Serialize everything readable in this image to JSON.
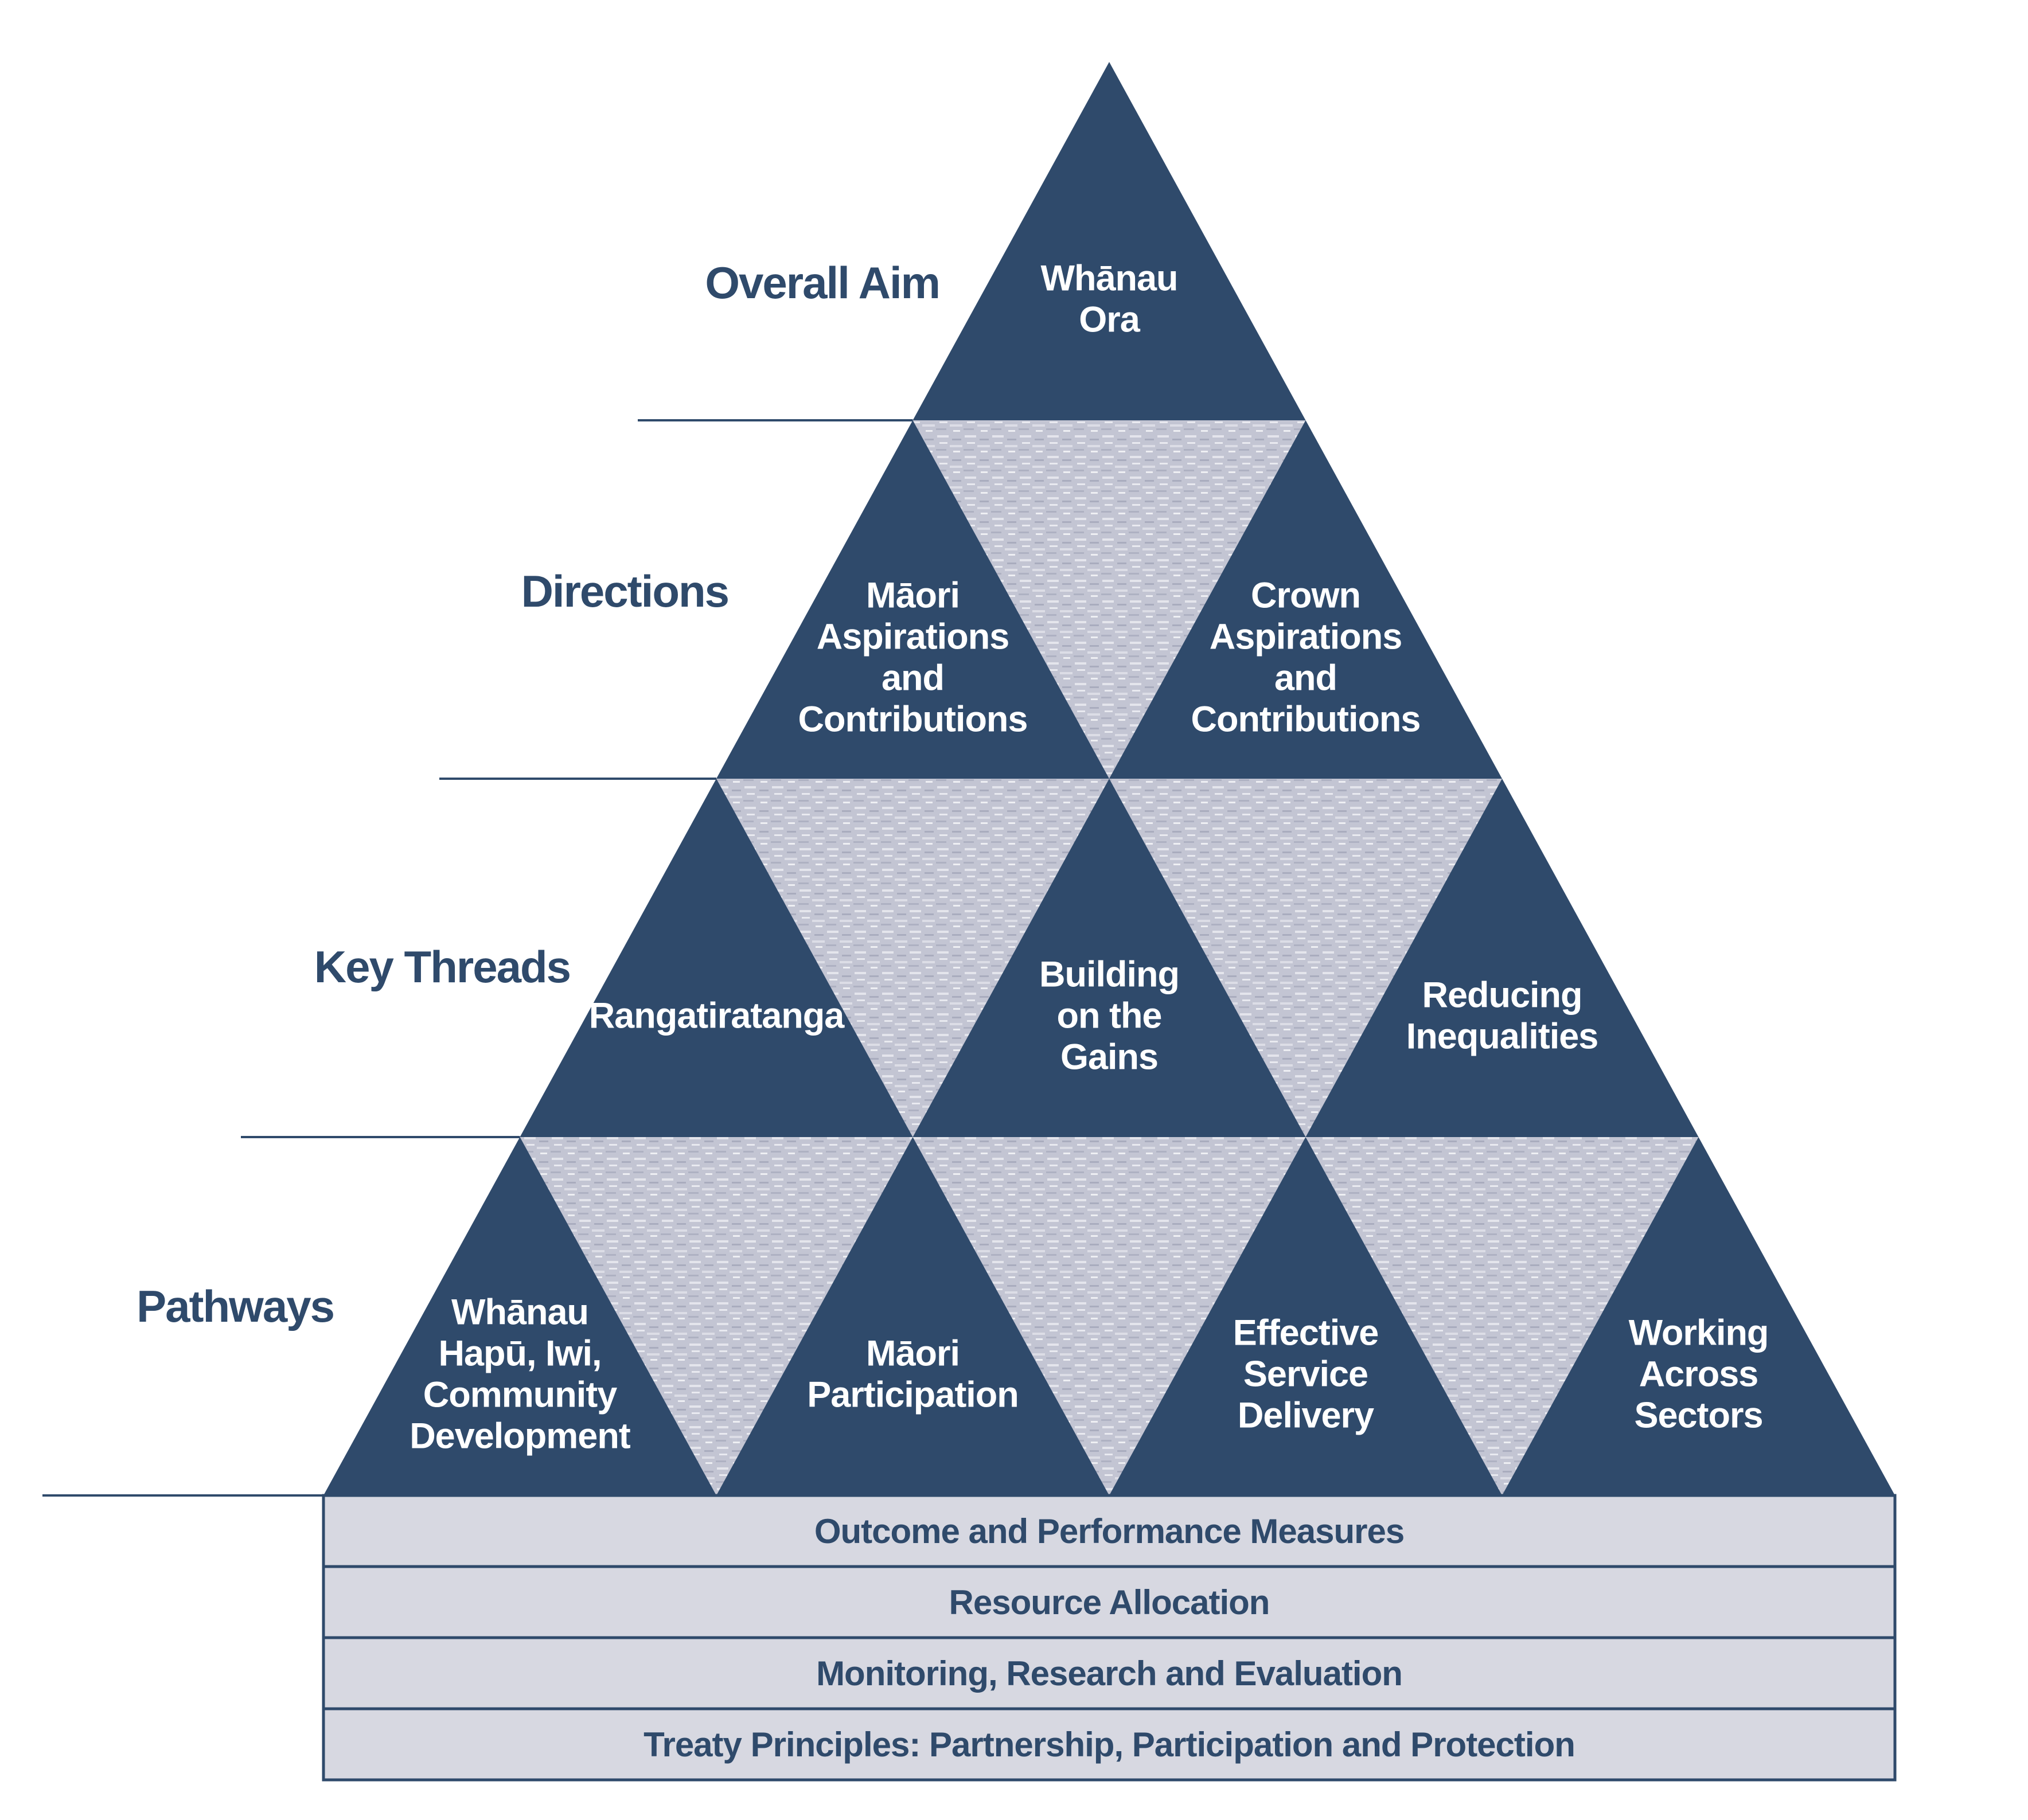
{
  "colors": {
    "navy": "#2f4a6b",
    "texture": "#c3c5d3",
    "base_fill": "#d7d8e1",
    "label_text": "#2f4a6b",
    "triangle_text": "#ffffff"
  },
  "levels": {
    "overall_aim": "Overall Aim",
    "directions": "Directions",
    "key_threads": "Key Threads",
    "pathways": "Pathways"
  },
  "overall_aim": {
    "lines": [
      "Whānau",
      "Ora"
    ]
  },
  "directions": [
    {
      "lines": [
        "Māori",
        "Aspirations",
        "and",
        "Contributions"
      ]
    },
    {
      "lines": [
        "Crown",
        "Aspirations",
        "and",
        "Contributions"
      ]
    }
  ],
  "key_threads": [
    {
      "lines": [
        "Rangatiratanga"
      ]
    },
    {
      "lines": [
        "Building",
        "on the",
        "Gains"
      ]
    },
    {
      "lines": [
        "Reducing",
        "Inequalities"
      ]
    }
  ],
  "pathways": [
    {
      "lines": [
        "Whānau",
        "Hapū,  Iwi,",
        "Community",
        "Development"
      ]
    },
    {
      "lines": [
        "Māori",
        "Participation"
      ]
    },
    {
      "lines": [
        "Effective",
        "Service",
        "Delivery"
      ]
    },
    {
      "lines": [
        "Working",
        "Across",
        "Sectors"
      ]
    }
  ],
  "foundations": [
    "Outcome and Performance Measures",
    "Resource Allocation",
    "Monitoring, Research and Evaluation",
    "Treaty Principles: Partnership, Participation and Protection"
  ]
}
